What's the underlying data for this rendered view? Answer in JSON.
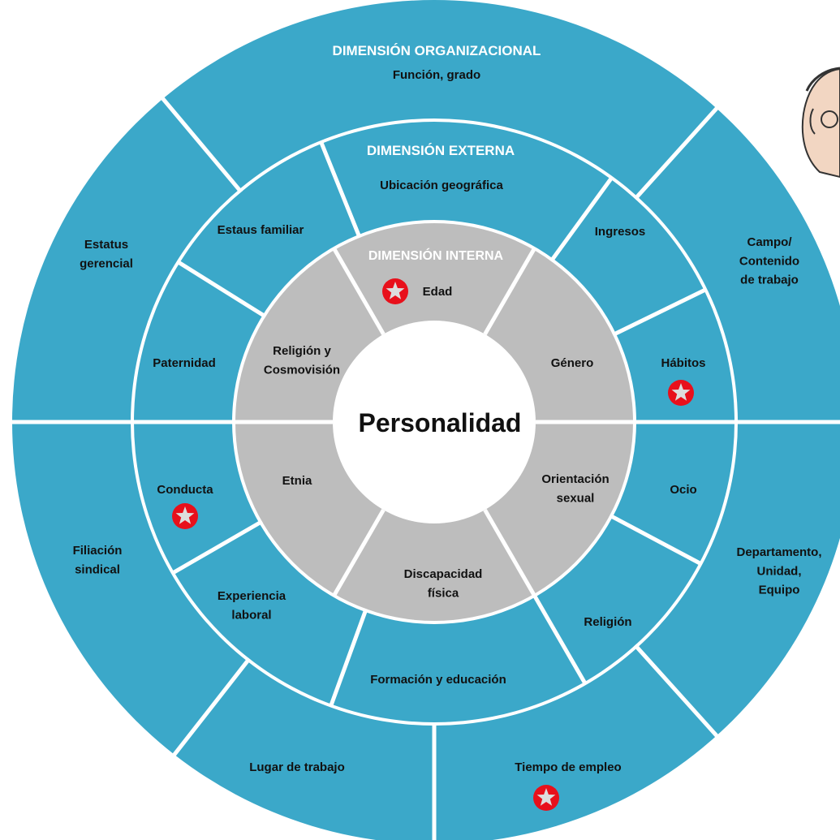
{
  "center": {
    "label": "Personalidad"
  },
  "internal": {
    "title": "DIMENSIÓN INTERNA",
    "items": [
      {
        "lines": [
          "Edad"
        ],
        "star": true
      },
      {
        "lines": [
          "Género"
        ],
        "star": false
      },
      {
        "lines": [
          "Orientación",
          "sexual"
        ],
        "star": false
      },
      {
        "lines": [
          "Discapacidad",
          "física"
        ],
        "star": false
      },
      {
        "lines": [
          "Etnia"
        ],
        "star": false
      },
      {
        "lines": [
          "Religión y",
          "Cosmovisión"
        ],
        "star": false
      }
    ]
  },
  "external": {
    "title": "DIMENSIÓN EXTERNA",
    "items": [
      {
        "lines": [
          "Ubicación geográfica"
        ],
        "star": false
      },
      {
        "lines": [
          "Ingresos"
        ],
        "star": false
      },
      {
        "lines": [
          "Hábitos"
        ],
        "star": true
      },
      {
        "lines": [
          "Ocio"
        ],
        "star": false
      },
      {
        "lines": [
          "Religión"
        ],
        "star": false
      },
      {
        "lines": [
          "Formación y educación"
        ],
        "star": false
      },
      {
        "lines": [
          "Experiencia",
          "laboral"
        ],
        "star": false
      },
      {
        "lines": [
          "Conducta"
        ],
        "star": true
      },
      {
        "lines": [
          "Paternidad"
        ],
        "star": false
      },
      {
        "lines": [
          "Estaus familiar"
        ],
        "star": false
      }
    ]
  },
  "organizational": {
    "title": "DIMENSIÓN ORGANIZACIONAL",
    "items": [
      {
        "lines": [
          "Función, grado"
        ],
        "star": false
      },
      {
        "lines": [
          "Campo/",
          "Contenido",
          "de trabajo"
        ],
        "star": false
      },
      {
        "lines": [
          "Departamento,",
          "Unidad,",
          "Equipo"
        ],
        "star": false
      },
      {
        "lines": [
          "Tiempo de empleo"
        ],
        "star": true
      },
      {
        "lines": [
          "Lugar de trabajo"
        ],
        "star": false
      },
      {
        "lines": [
          "Filiación",
          "sindical"
        ],
        "star": false
      },
      {
        "lines": [
          "Estatus",
          "gerencial"
        ],
        "star": false
      }
    ]
  },
  "colors": {
    "ring_blue": "#3ba8c9",
    "ring_gray": "#bdbdbd",
    "separator": "#ffffff",
    "star_badge": "#e8101b",
    "title_inner": "#ffffff",
    "title_ring": "#ffffff"
  }
}
